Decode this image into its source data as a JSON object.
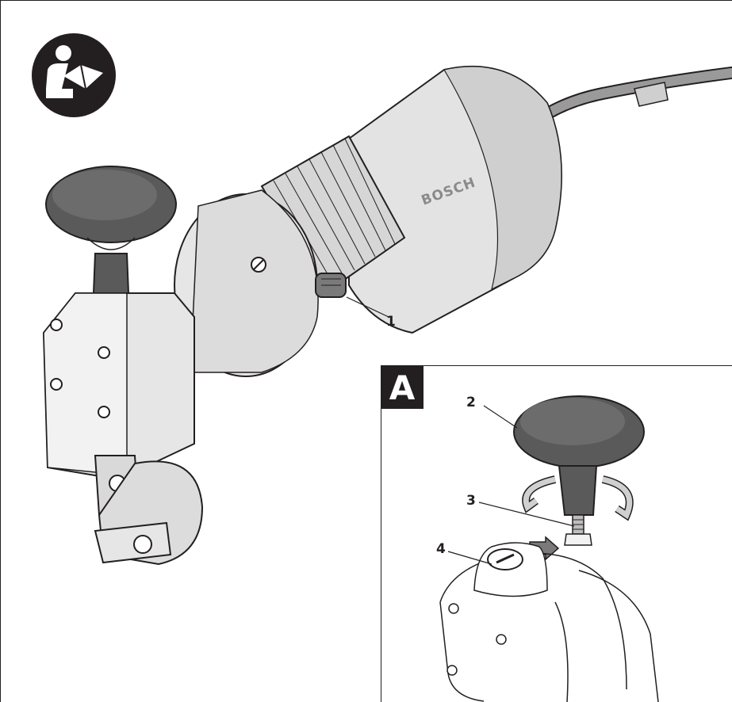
{
  "brand": {
    "logo_text": "BOSCH"
  },
  "safety_icon": {
    "name": "read-manual-icon",
    "color": "#231f20"
  },
  "main_figure": {
    "callouts": [
      {
        "number": "1",
        "part": "on-off-switch"
      }
    ]
  },
  "detail_figure": {
    "label": "A",
    "callouts": [
      {
        "number": "2",
        "part": "handle-knob"
      },
      {
        "number": "3",
        "part": "threaded-stud"
      },
      {
        "number": "4",
        "part": "mounting-socket"
      }
    ]
  },
  "colors": {
    "ink": "#231f20",
    "tool_body": "#e3e3e3",
    "tool_shade": "#b9b9b9",
    "knob": "#5a5a5a"
  }
}
